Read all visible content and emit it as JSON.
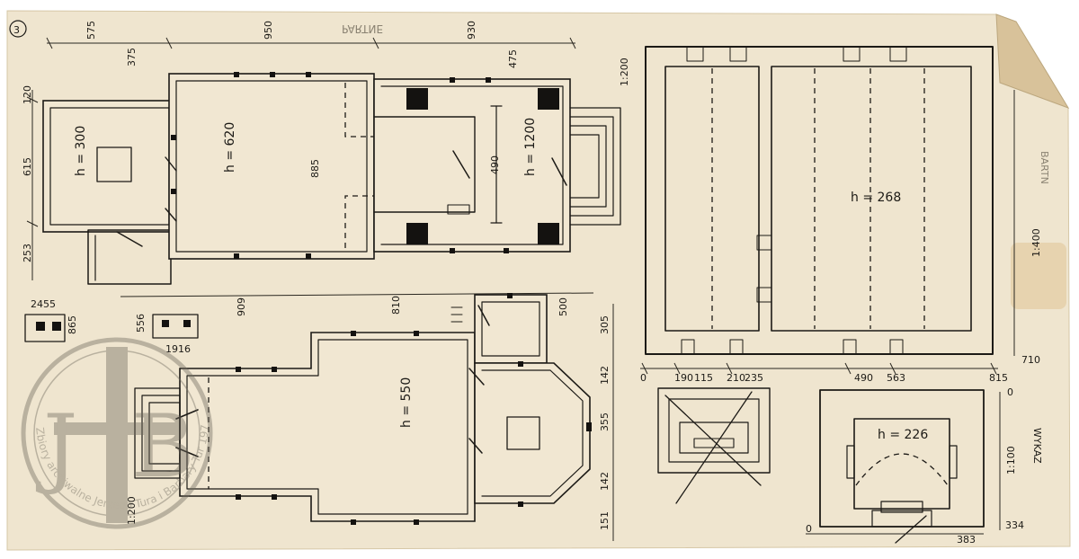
{
  "sheet": {
    "number": "3",
    "top_stamp": "PARTNE",
    "right_edge_label": "BARTN",
    "section_label": "WYKAZ"
  },
  "scales": {
    "top_plan": "1:200",
    "roof_plan": "1:400",
    "section": "1:100",
    "left_plan": "1:200"
  },
  "plan_top": {
    "heights": {
      "left_room": "h = 300",
      "nave": "h = 620",
      "chancel": "h = 1200"
    },
    "dims": {
      "top_total": "575",
      "top_left": "375",
      "top_mid": "950",
      "top_right": "930",
      "top_right_inner": "475",
      "left_top": "120",
      "left_mid": "615",
      "left_low": "253",
      "nave_inner": "885",
      "chancel_inner": "490"
    }
  },
  "plan_bottom": {
    "height": "h = 550",
    "dims": {
      "top_left": "909",
      "top_mid": "810",
      "top_right": "500",
      "right_a": "305",
      "right_b": "142",
      "right_c": "355",
      "right_d": "142",
      "right_e": "151"
    }
  },
  "details": {
    "small_a": "2455",
    "small_b": "865",
    "small_c": "556",
    "small_d": "1916"
  },
  "roof_plan": {
    "height": "h = 268",
    "axis": [
      "0",
      "190",
      "115",
      "210",
      "235",
      "490",
      "563",
      "815"
    ],
    "right_end": "710"
  },
  "section": {
    "height": "h = 226",
    "top": "0",
    "bottom_left": "0",
    "bottom_right": "383",
    "right_end": "334"
  },
  "watermark": {
    "monogram_left": "J",
    "monogram_right": "B",
    "caption": "Zbiory archiwalne Jerzego Tura i Barbary Tur 1975-85"
  }
}
